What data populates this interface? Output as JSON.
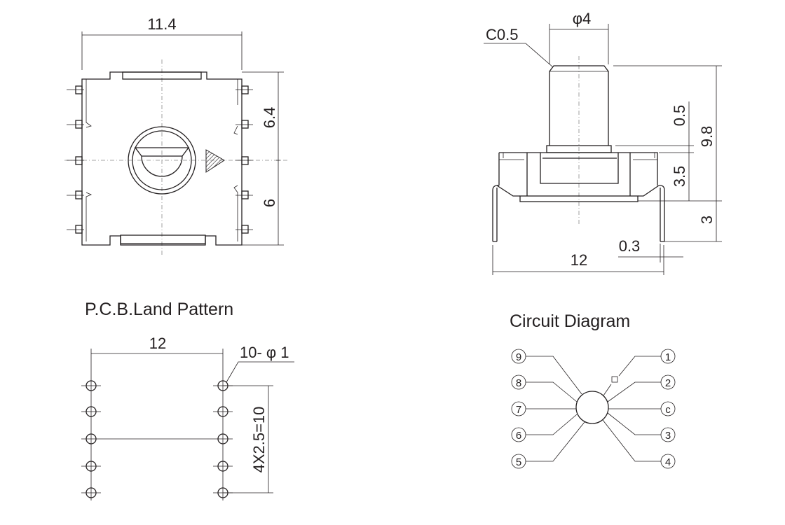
{
  "top_view": {
    "width_dim": "11.4",
    "upper_dim": "6.4",
    "lower_dim": "6"
  },
  "side_view": {
    "shaft_dia": "φ4",
    "chamfer": "C0.5",
    "dim_collar": "0.5",
    "dim_total": "9.8",
    "dim_body": "3.5",
    "dim_leg": "3",
    "dim_pin_thickness": "0.3",
    "dim_width": "12"
  },
  "pcb": {
    "title": "P.C.B.Land Pattern",
    "pitch_x": "12",
    "hole_spec": "10- φ 1",
    "pitch_y": "4X2.5=10"
  },
  "circuit": {
    "title": "Circuit Diagram",
    "left_pins": [
      "9",
      "8",
      "7",
      "6",
      "5"
    ],
    "right_pins": [
      "1",
      "2",
      "c",
      "3",
      "4"
    ]
  }
}
